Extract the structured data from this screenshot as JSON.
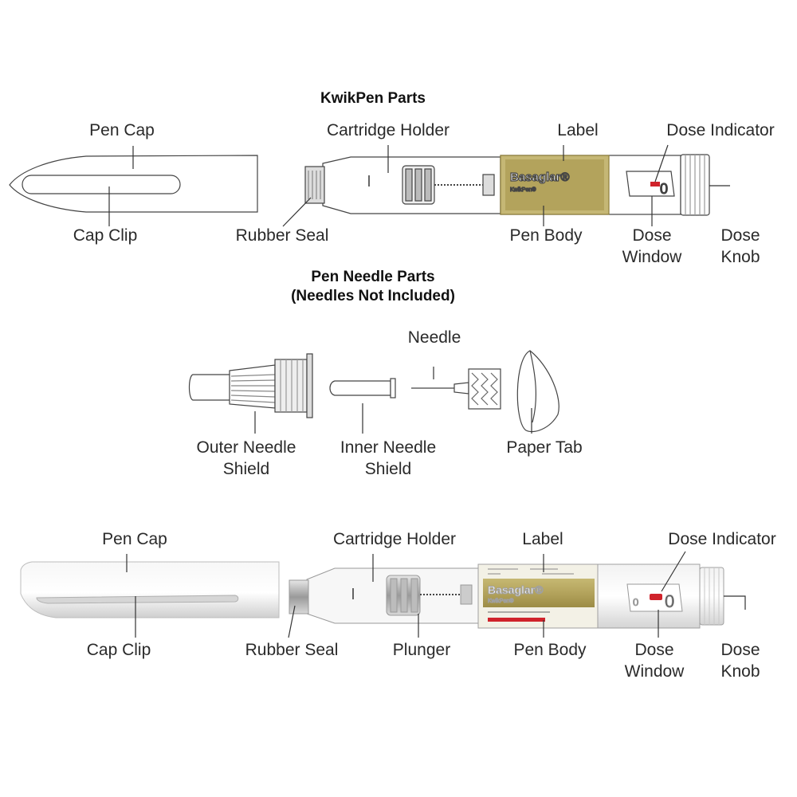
{
  "headings": {
    "kwikpen_parts": "KwikPen Parts",
    "needle_parts": "Pen Needle Parts\n(Needles Not Included)"
  },
  "top_diagram": {
    "pen_cap": "Pen Cap",
    "cap_clip": "Cap Clip",
    "cartridge_holder": "Cartridge Holder",
    "rubber_seal": "Rubber Seal",
    "label": "Label",
    "pen_body": "Pen Body",
    "dose_indicator": "Dose Indicator",
    "dose_window": "Dose\nWindow",
    "dose_knob": "Dose\nKnob",
    "brand": "Basaglar®",
    "brand_sub": "KwikPen®",
    "dial_digit": "0"
  },
  "needle_diagram": {
    "needle": "Needle",
    "outer_needle_shield": "Outer Needle\nShield",
    "inner_needle_shield": "Inner Needle\nShield",
    "paper_tab": "Paper Tab"
  },
  "bottom_diagram": {
    "pen_cap": "Pen Cap",
    "cap_clip": "Cap Clip",
    "cartridge_holder": "Cartridge Holder",
    "rubber_seal": "Rubber Seal",
    "plunger": "Plunger",
    "label": "Label",
    "pen_body": "Pen Body",
    "dose_indicator": "Dose Indicator",
    "dose_window": "Dose\nWindow",
    "dose_knob": "Dose\nKnob",
    "brand": "Basaglar®",
    "brand_sub": "KwikPen®",
    "dial_digit": "0",
    "dial_digit_small": "0"
  },
  "colors": {
    "label_gold": "#b3a35c",
    "label_gold_dark": "#8f7f3c",
    "dose_red": "#d0232b",
    "line": "#333333"
  }
}
